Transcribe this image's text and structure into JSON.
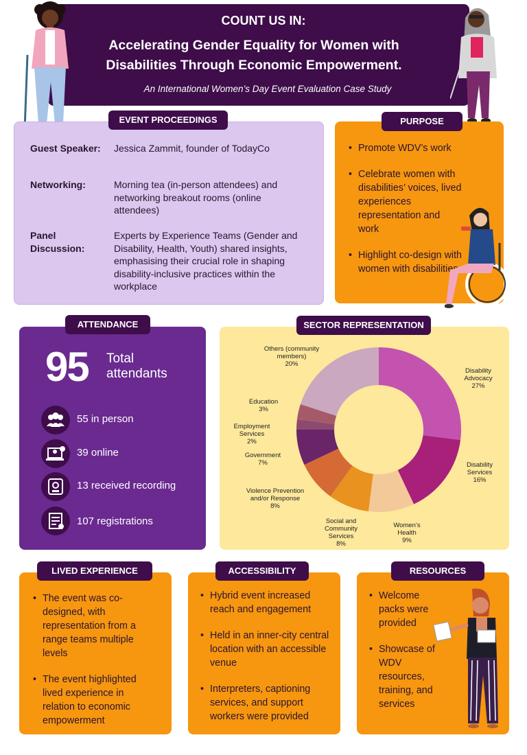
{
  "header": {
    "kicker": "COUNT US IN:",
    "title": "Accelerating Gender Equality for Women with Disabilities Through Economic Empowerment.",
    "subtitle": "An International Women’s Day Event Evaluation Case Study"
  },
  "proceedings": {
    "title": "EVENT PROCEEDINGS",
    "rows": [
      {
        "label": "Guest Speaker:",
        "text": "Jessica Zammit, founder of TodayCo"
      },
      {
        "label": "Networking:",
        "text": "Morning tea (in-person attendees) and networking breakout rooms (online attendees)"
      },
      {
        "label": "Panel Discussion:",
        "text": "Experts by Experience Teams (Gender and Disability, Health, Youth) shared insights, emphasising their crucial role in shaping disability-inclusive practices within the workplace"
      }
    ]
  },
  "purpose": {
    "title": "PURPOSE",
    "items": [
      "Promote WDV’s work",
      "Celebrate women with disabilities’ voices, lived experiences representation and work",
      "Highlight co-design with women with disabilities"
    ]
  },
  "attendance": {
    "title": "ATTENDANCE",
    "total": "95",
    "total_label": "Total attendants",
    "stats": [
      {
        "icon": "people-icon",
        "text": "55 in person"
      },
      {
        "icon": "laptop-user-icon",
        "text": "39 online"
      },
      {
        "icon": "recording-icon",
        "text": "13 received recording"
      },
      {
        "icon": "form-icon",
        "text": "107 registrations"
      }
    ]
  },
  "sector": {
    "title": "SECTOR REPRESENTATION",
    "labels": [
      {
        "name": "Disability Advocacy",
        "pct": "27%"
      },
      {
        "name": "Disability Services",
        "pct": "16%"
      },
      {
        "name": "Women’s Health",
        "pct": "9%"
      },
      {
        "name": "Social and Community Services",
        "pct": "8%"
      },
      {
        "name": "Violence Prevention and/or Response",
        "pct": "8%"
      },
      {
        "name": "Government",
        "pct": "7%"
      },
      {
        "name": "Employment Services",
        "pct": "2%"
      },
      {
        "name": "Education",
        "pct": "3%"
      },
      {
        "name": "Others (community members)",
        "pct": "20%"
      }
    ]
  },
  "chart_data": {
    "type": "pie",
    "categories": [
      "Disability Advocacy",
      "Disability Services",
      "Women’s Health",
      "Social and Community Services",
      "Violence Prevention and/or Response",
      "Government",
      "Employment Services",
      "Education",
      "Others (community members)"
    ],
    "values": [
      27,
      16,
      9,
      8,
      8,
      7,
      2,
      3,
      20
    ],
    "colors": [
      "#c453b0",
      "#a8207a",
      "#f3c99a",
      "#e9921f",
      "#d56a35",
      "#6a2468",
      "#8d4a70",
      "#a55a6a",
      "#c9a8c0"
    ]
  },
  "lived": {
    "title": "LIVED EXPERIENCE",
    "items": [
      "The event was co-designed, with representation from a range teams multiple levels",
      "The event highlighted lived experience in relation to economic empowerment"
    ]
  },
  "accessibility": {
    "title": "ACCESSIBILITY",
    "items": [
      "Hybrid event increased reach and engagement",
      "Held in an inner-city central location with an accessible venue",
      "Interpreters, captioning services, and support workers were provided"
    ]
  },
  "resources": {
    "title": "RESOURCES",
    "items": [
      "Welcome packs were provided",
      "Showcase of WDV resources, training, and services"
    ]
  }
}
